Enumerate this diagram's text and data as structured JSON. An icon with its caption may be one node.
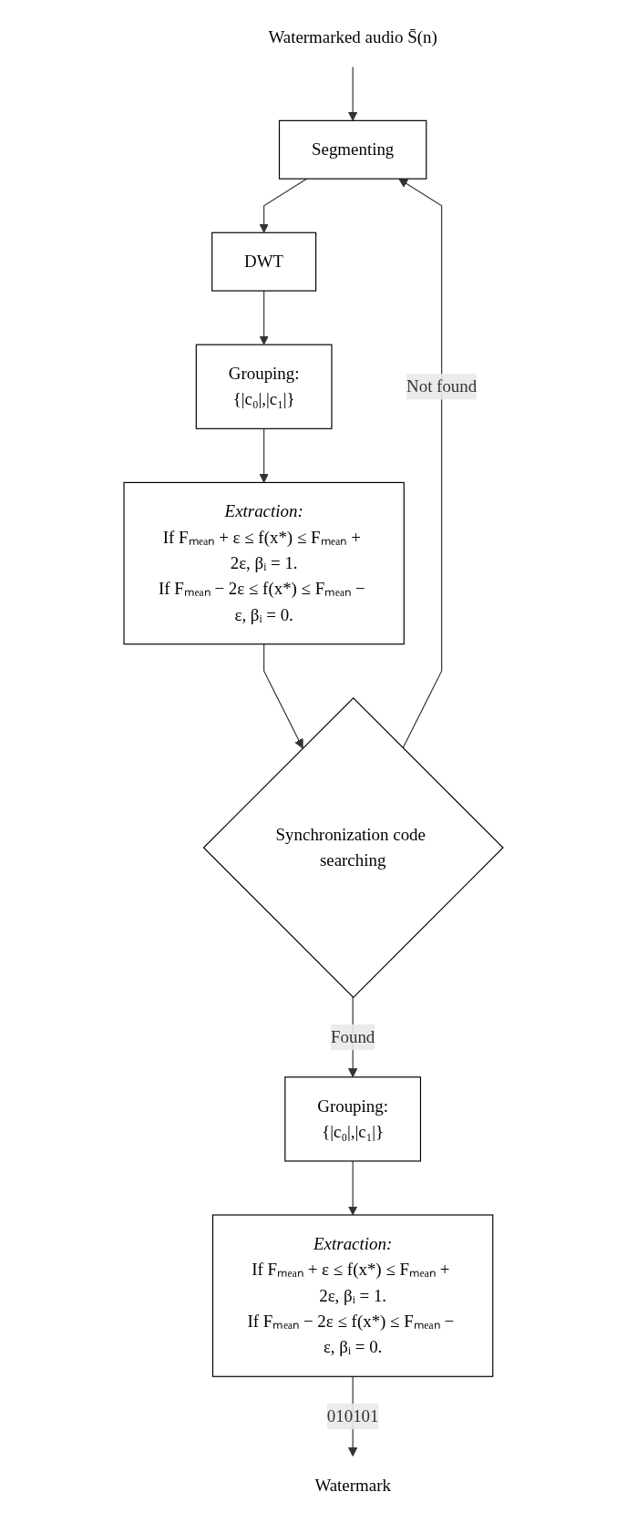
{
  "diagram": {
    "nodes": [
      {
        "text": [
          "Watermarked audio S̄(n)"
        ]
      },
      {
        "text": [
          "Segmenting"
        ]
      },
      {
        "text": [
          "DWT"
        ]
      },
      {
        "text": [
          "Grouping:",
          "{|c₀|,|c₁|}"
        ]
      },
      {
        "text": [
          "Extraction:",
          "If Fₘₑₐₙ + ε ≤ f(x*) ≤ Fₘₑₐₙ + 2ε, βᵢ = 1.",
          "If Fₘₑₐₙ − 2ε ≤ f(x*) ≤ Fₘₑₐₙ − ε, βᵢ = 0."
        ]
      },
      {
        "text": [
          "Synchronization code searching"
        ]
      },
      {
        "text": [
          "Grouping:",
          "{|c₀|,|c₁|}"
        ]
      },
      {
        "text": [
          "Extraction:",
          "If Fₘₑₐₙ + ε ≤ f(x*) ≤ Fₘₑₐₙ + 2ε, βᵢ = 1.",
          "If Fₘₑₐₙ − 2ε ≤ f(x*) ≤ Fₘₑₐₙ − ε, βᵢ = 0."
        ]
      },
      {
        "text": [
          "Watermark"
        ]
      }
    ],
    "edges": [
      {
        "from": 0,
        "to": 1,
        "arrow": "to"
      },
      {
        "from": 1,
        "to": 2,
        "arrow": "to"
      },
      {
        "from": 2,
        "to": 3,
        "arrow": "to"
      },
      {
        "from": 3,
        "to": 4,
        "arrow": "to"
      },
      {
        "from": 4,
        "to": 5,
        "arrow": "to"
      },
      {
        "from": 5,
        "to": 1,
        "label": "Not found",
        "arrow": "to"
      },
      {
        "from": 5,
        "to": 6,
        "label": "Found",
        "arrow": "to"
      },
      {
        "from": 6,
        "to": 7,
        "arrow": "to"
      },
      {
        "from": 7,
        "to": 8,
        "label": "010101",
        "arrow": "to"
      }
    ]
  }
}
